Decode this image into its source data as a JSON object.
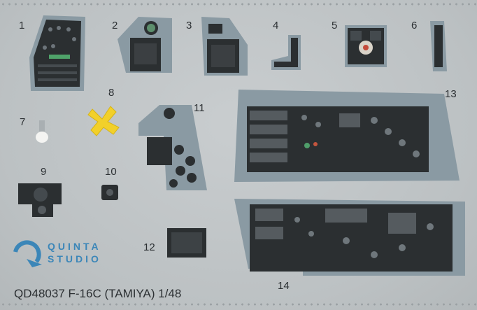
{
  "sheet": {
    "product_code_title": "QD48037 F-16C (TAMIYA) 1/48",
    "part_numbers": [
      "1",
      "2",
      "3",
      "4",
      "5",
      "6",
      "7",
      "8",
      "9",
      "10",
      "11",
      "12",
      "13",
      "14"
    ]
  },
  "brand": {
    "line1": "QUINTA",
    "line2": "STUDIO",
    "accent_color": "#3b86b8"
  },
  "colors": {
    "background": "#bfc4c6",
    "panel_gray": "#8a9aa3",
    "panel_dark": "#2b2f31",
    "yellow_part": "#f2d02a"
  },
  "icons": {
    "logo": "quinta-q-logo-icon"
  }
}
